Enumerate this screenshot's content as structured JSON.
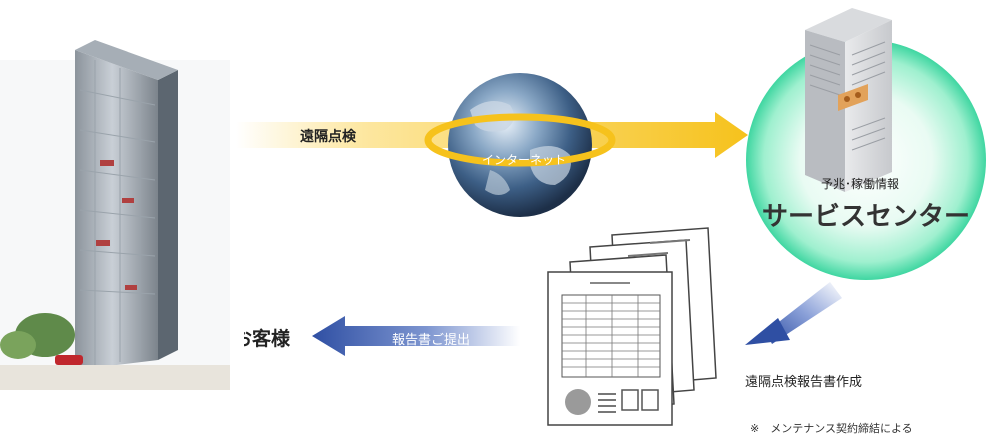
{
  "labels": {
    "remote_inspection": "遠隔点検",
    "internet": "インターネット",
    "prediction_info": "予兆･稼働情報",
    "service_center": "サービスセンター",
    "customer": "お客様",
    "report_submission": "報告書ご提出",
    "report_creation": "遠隔点検報告書作成",
    "maintenance_note": "※　メンテナンス契約締結による"
  },
  "colors": {
    "arrow_yellow": "#f6c21c",
    "arrow_blue": "#2f4fa3",
    "circle_green": "#2fd39a"
  }
}
